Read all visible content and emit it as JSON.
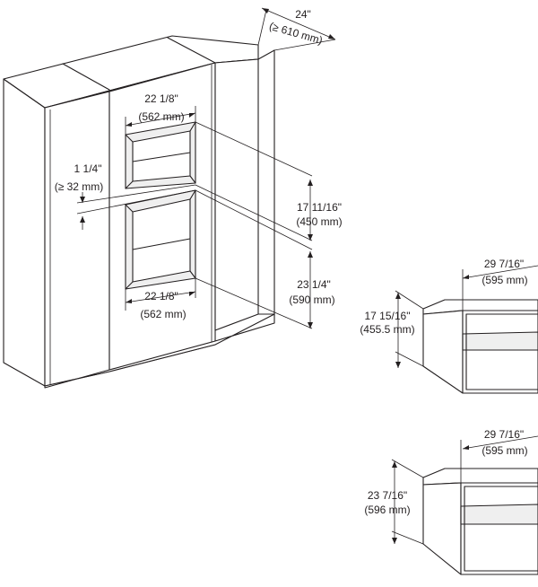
{
  "cabinet": {
    "depth": {
      "imperial": "24\"",
      "metric": "(≥ 610 mm)"
    },
    "niche_width_upper": {
      "imperial": "22 1/8\"",
      "metric": "(562 mm)"
    },
    "niche_width_lower": {
      "imperial": "22 1/8\"",
      "metric": "(562 mm)"
    },
    "gap": {
      "imperial": "1 1/4\"",
      "metric": "(≥ 32 mm)"
    },
    "niche_height_upper": {
      "imperial": "17 11/16\"",
      "metric": "(450 mm)"
    },
    "niche_height_lower": {
      "imperial": "23 1/4\"",
      "metric": "(590 mm)"
    }
  },
  "compact_oven": {
    "width": {
      "imperial": "29 7/16\"",
      "metric": "(595 mm)"
    },
    "height": {
      "imperial": "17 15/16\"",
      "metric": "(455.5 mm)"
    }
  },
  "oven": {
    "width": {
      "imperial": "29 7/16\"",
      "metric": "(595 mm)"
    },
    "height": {
      "imperial": "23 7/16\"",
      "metric": "(596 mm)"
    }
  }
}
